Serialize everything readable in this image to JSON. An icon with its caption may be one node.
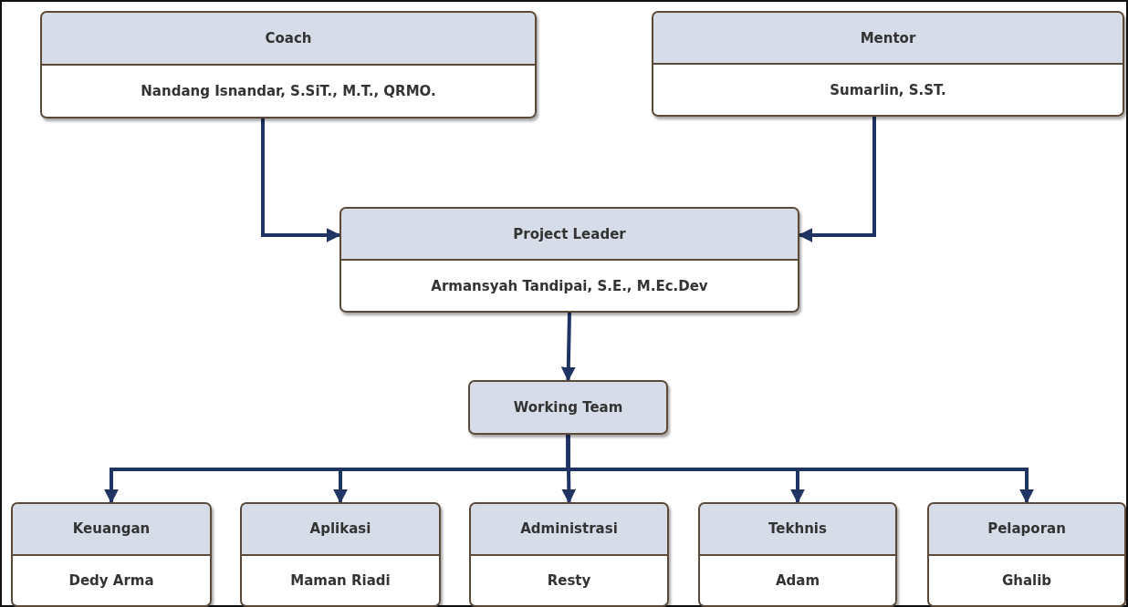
{
  "diagram": {
    "nodes": [
      {
        "text": [
          "Coach",
          "Nandang Isnandar, S.SiT., M.T., QRMO."
        ]
      },
      {
        "text": [
          "Mentor",
          "Sumarlin, S.ST."
        ]
      },
      {
        "text": [
          "Project Leader",
          "Armansyah Tandipai, S.E., M.Ec.Dev"
        ]
      },
      {
        "text": [
          "Working Team"
        ]
      },
      {
        "text": [
          "Keuangan",
          "Dedy Arma"
        ]
      },
      {
        "text": [
          "Aplikasi",
          "Maman Riadi"
        ]
      },
      {
        "text": [
          "Administrasi",
          "Resty"
        ]
      },
      {
        "text": [
          "Tekhnis",
          "Adam"
        ]
      },
      {
        "text": [
          "Pelaporan",
          "Ghalib"
        ]
      }
    ],
    "edges": [
      {
        "from": 0,
        "to": 2,
        "arrow": "to"
      },
      {
        "from": 1,
        "to": 2,
        "arrow": "to"
      },
      {
        "from": 2,
        "to": 3,
        "arrow": "to"
      },
      {
        "from": 3,
        "to": 4,
        "arrow": "to"
      },
      {
        "from": 3,
        "to": 5,
        "arrow": "to"
      },
      {
        "from": 3,
        "to": 6,
        "arrow": "to"
      },
      {
        "from": 3,
        "to": 7,
        "arrow": "to"
      },
      {
        "from": 3,
        "to": 8,
        "arrow": "to"
      }
    ]
  }
}
